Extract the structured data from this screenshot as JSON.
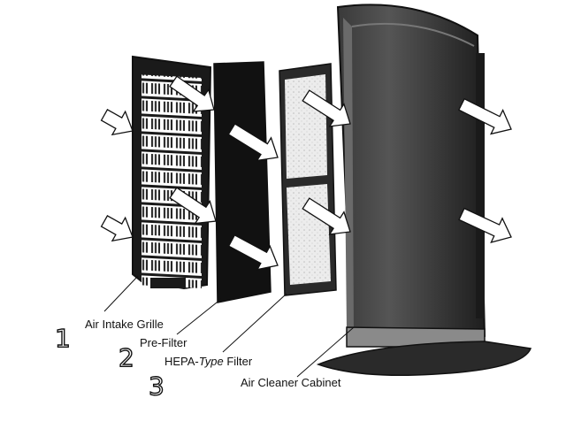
{
  "labels": {
    "grille": "Air Intake Grille",
    "prefilter": "Pre-Filter",
    "hepa_main": "HEPA-",
    "hepa_italic": "Type",
    "hepa_rest": " Filter",
    "cabinet": "Air Cleaner Cabinet"
  },
  "handwritten_numbers": [
    "1",
    "2",
    "3"
  ],
  "colors": {
    "ink": "#111111",
    "cabinet_dark": "#2b2b2b",
    "cabinet_mid": "#4a4a4a",
    "hepa_fill": "#e6e6e6",
    "arrow_fill": "#ffffff"
  }
}
